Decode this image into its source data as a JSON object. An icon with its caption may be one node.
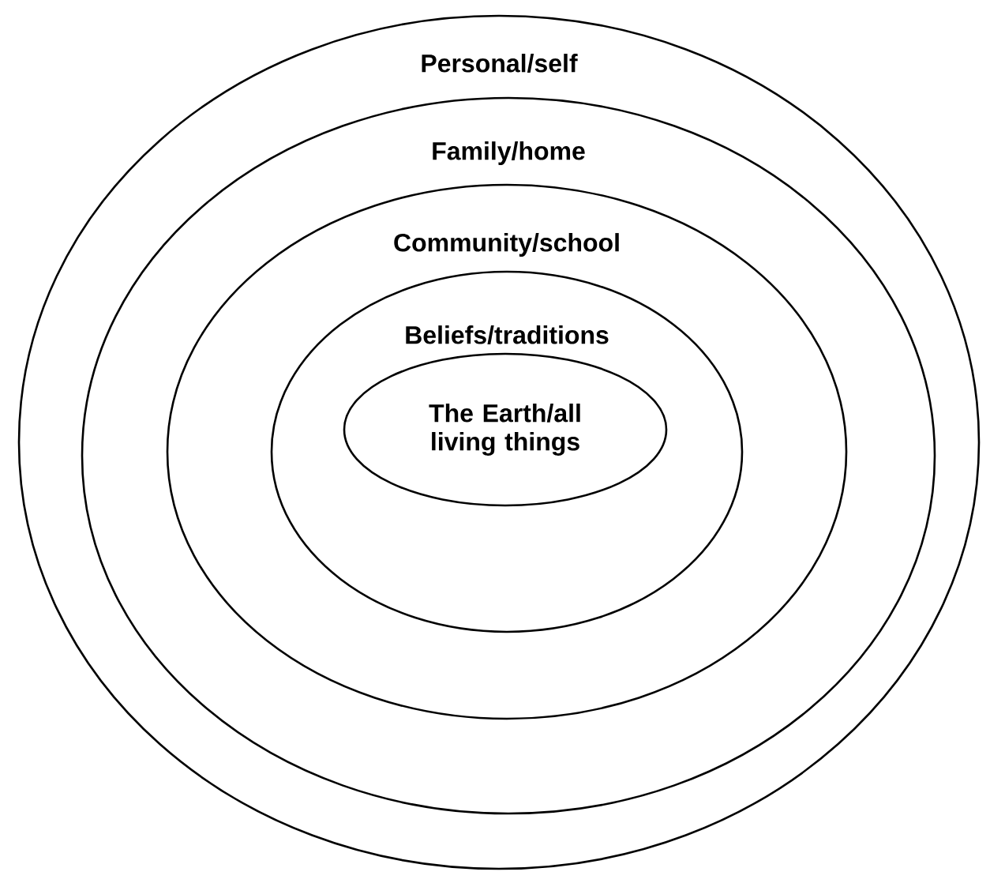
{
  "diagram": {
    "nodes": [
      {
        "text": [
          "Personal/self"
        ]
      },
      {
        "text": [
          "Family/home"
        ],
        "in": 0
      },
      {
        "text": [
          "Community/school"
        ],
        "in": 1
      },
      {
        "text": [
          "Beliefs/traditions"
        ],
        "in": 2
      },
      {
        "text": [
          "The Earth/all living things"
        ],
        "in": 3
      }
    ]
  }
}
